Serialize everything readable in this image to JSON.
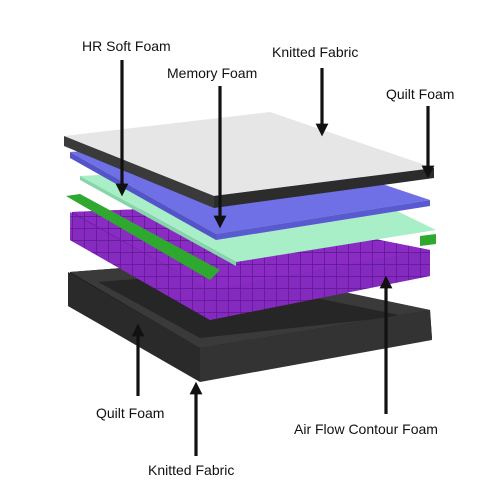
{
  "labels": {
    "hr_soft_foam": "HR Soft Foam",
    "knitted_fabric_top": "Knitted Fabric",
    "memory_foam": "Memory Foam",
    "quilt_foam_top": "Quilt Foam",
    "quilt_foam_bottom": "Quilt Foam",
    "air_flow_contour_foam": "Air Flow Contour Foam",
    "knitted_fabric_bottom": "Knitted Fabric"
  },
  "colors": {
    "knitted_top": "#e6e6e6",
    "quilt_edge": "#3a3a3a",
    "memory_foam": "#6f6fe6",
    "hr_soft_foam": "#a8eec6",
    "green_strip": "#2fa82f",
    "contour_foam": "#8a2cc4",
    "base": "#2b2b2b"
  }
}
